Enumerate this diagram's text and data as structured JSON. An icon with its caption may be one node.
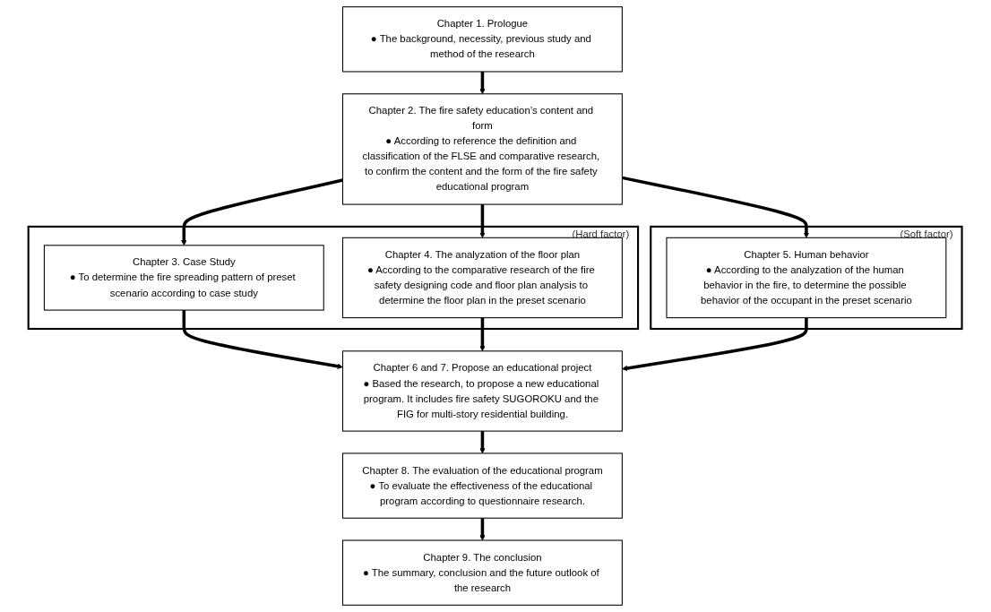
{
  "diagram": {
    "nodes": [
      {
        "text": [
          "Chapter 1. Prologue",
          "● The background, necessity, previous study and method of the research"
        ]
      },
      {
        "text": [
          "Chapter 2. The fire safety education’s content and form",
          "● According to reference the definition and classification of the FLSE and comparative research, to confirm the content and the form of the fire safety educational program"
        ]
      },
      {
        "text": [
          "(Hard factor)"
        ]
      },
      {
        "text": [
          "Chapter 3. Case Study",
          "● To determine the fire spreading pattern of preset scenario according to case study"
        ],
        "in": 2
      },
      {
        "text": [
          "Chapter 4. The analyzation of the floor plan",
          "● According to the comparative research of the fire safety designing code and floor plan analysis to determine the floor plan in the preset scenario"
        ],
        "in": 2
      },
      {
        "text": [
          "(Soft factor)"
        ]
      },
      {
        "text": [
          "Chapter 5. Human behavior",
          "● According to the analyzation of the human behavior in the fire, to determine the possible behavior of the occupant in the preset scenario"
        ],
        "in": 5
      },
      {
        "text": [
          "Chapter 6 and 7. Propose an educational project",
          "● Based the research, to propose a new educational program. It includes fire safety SUGOROKU and the FIG for multi-story residential building."
        ]
      },
      {
        "text": [
          "Chapter 8. The evaluation of the educational program",
          "● To evaluate the effectiveness of the educational program according to questionnaire research."
        ]
      },
      {
        "text": [
          "Chapter 9. The conclusion",
          "● The summary, conclusion and the future outlook of the research"
        ]
      }
    ],
    "edges": [
      {
        "from": 0,
        "to": 1,
        "arrow": "to"
      },
      {
        "from": 1,
        "to": 3,
        "arrow": "to"
      },
      {
        "from": 1,
        "to": 4,
        "arrow": "to"
      },
      {
        "from": 1,
        "to": 6,
        "arrow": "to"
      },
      {
        "from": 3,
        "to": 7,
        "arrow": "to"
      },
      {
        "from": 4,
        "to": 7,
        "arrow": "to"
      },
      {
        "from": 6,
        "to": 7,
        "arrow": "to"
      },
      {
        "from": 7,
        "to": 8,
        "arrow": "to"
      },
      {
        "from": 8,
        "to": 9,
        "arrow": "to"
      }
    ]
  }
}
